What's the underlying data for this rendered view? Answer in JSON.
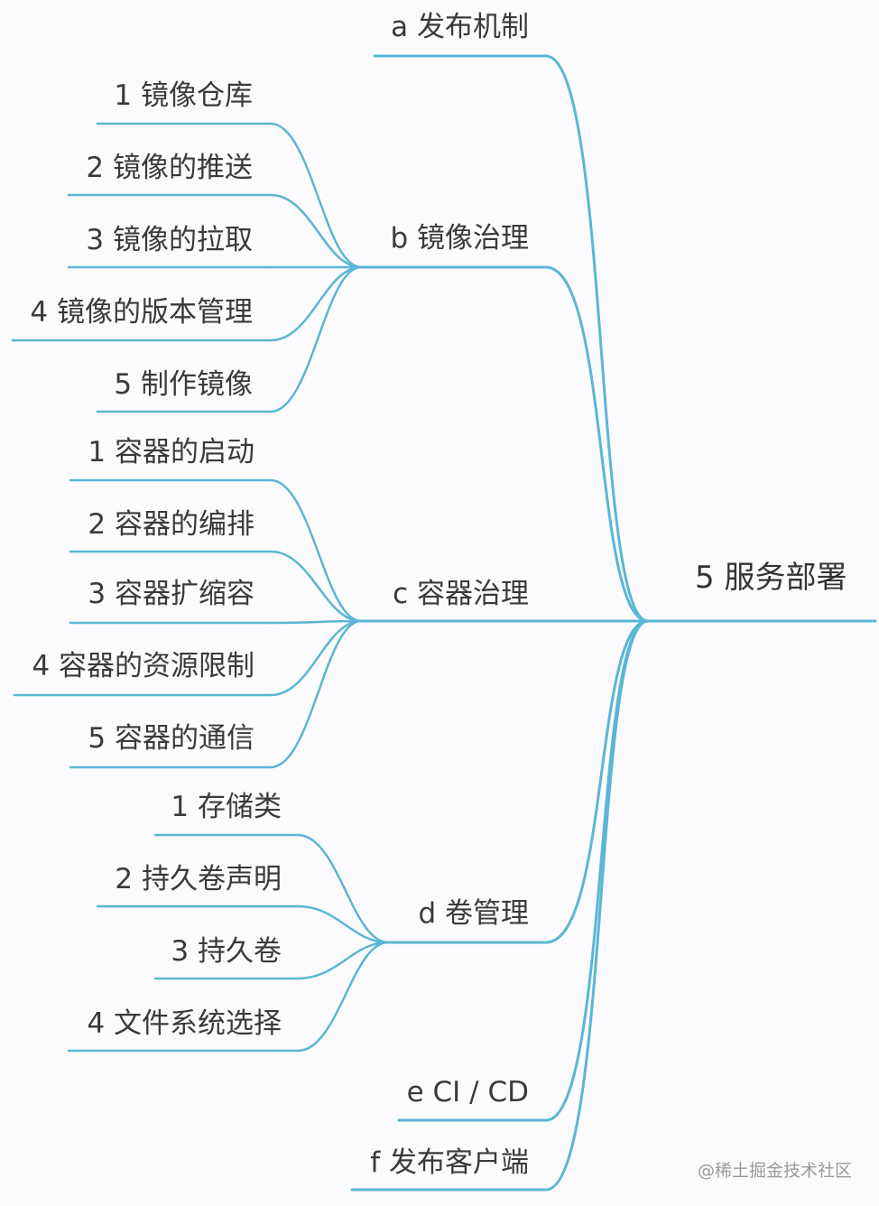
{
  "colors": {
    "line": "#5ab6d4",
    "text": "#3a3a3a",
    "background": "#fbfbfd"
  },
  "root": {
    "label": "5 服务部署"
  },
  "branches": [
    {
      "label": "a 发布机制",
      "children": []
    },
    {
      "label": "b 镜像治理",
      "children": [
        "1 镜像仓库",
        "2 镜像的推送",
        "3 镜像的拉取",
        "4 镜像的版本管理",
        "5 制作镜像"
      ]
    },
    {
      "label": "c 容器治理",
      "children": [
        "1 容器的启动",
        "2 容器的编排",
        "3 容器扩缩容",
        "4 容器的资源限制",
        "5 容器的通信"
      ]
    },
    {
      "label": "d 卷管理",
      "children": [
        "1 存储类",
        "2 持久卷声明",
        "3 持久卷",
        "4 文件系统选择"
      ]
    },
    {
      "label": "e CI / CD",
      "children": []
    },
    {
      "label": "f 发布客户端",
      "children": []
    }
  ],
  "watermark": "@稀土掘金技术社区"
}
